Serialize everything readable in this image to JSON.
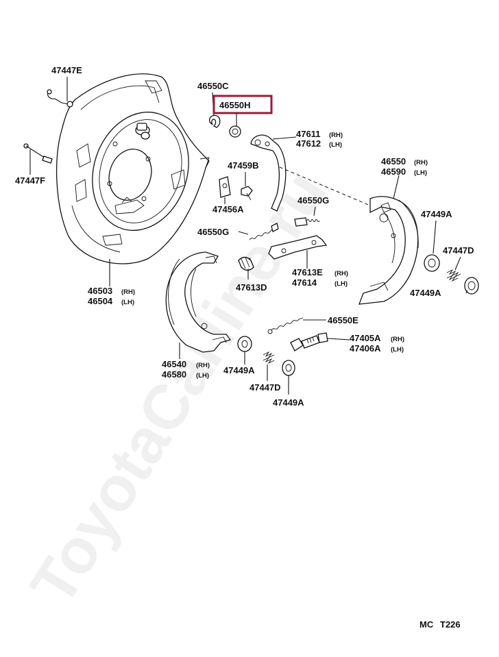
{
  "watermark": "ToyotaCarline.ru",
  "highlight_color": "#9a1b3c",
  "diagram_code": {
    "prefix": "MC",
    "number": "T226"
  },
  "labels": {
    "p47447E": "47447E",
    "p47447F": "47447F",
    "p46503": "46503",
    "p46504": "46504",
    "p46550C": "46550C",
    "p46550H": "46550H",
    "p47611": "47611",
    "p47612": "47612",
    "p47459B": "47459B",
    "p47456A": "47456A",
    "p46550G_1": "46550G",
    "p46550G_2": "46550G",
    "p46550": "46550",
    "p46590": "46590",
    "p47449A_1": "47449A",
    "p47447D_1": "47447D",
    "p47449A_2": "47449A",
    "p47613D": "47613D",
    "p47613E": "47613E",
    "p47614": "47614",
    "p46550E": "46550E",
    "p47405A": "47405A",
    "p47406A": "47406A",
    "p46540": "46540",
    "p46580": "46580",
    "p47449A_3": "47449A",
    "p47447D_2": "47447D",
    "p47449A_4": "47449A"
  },
  "suffixes": {
    "rh": "(RH)",
    "lh": "(LH)"
  }
}
